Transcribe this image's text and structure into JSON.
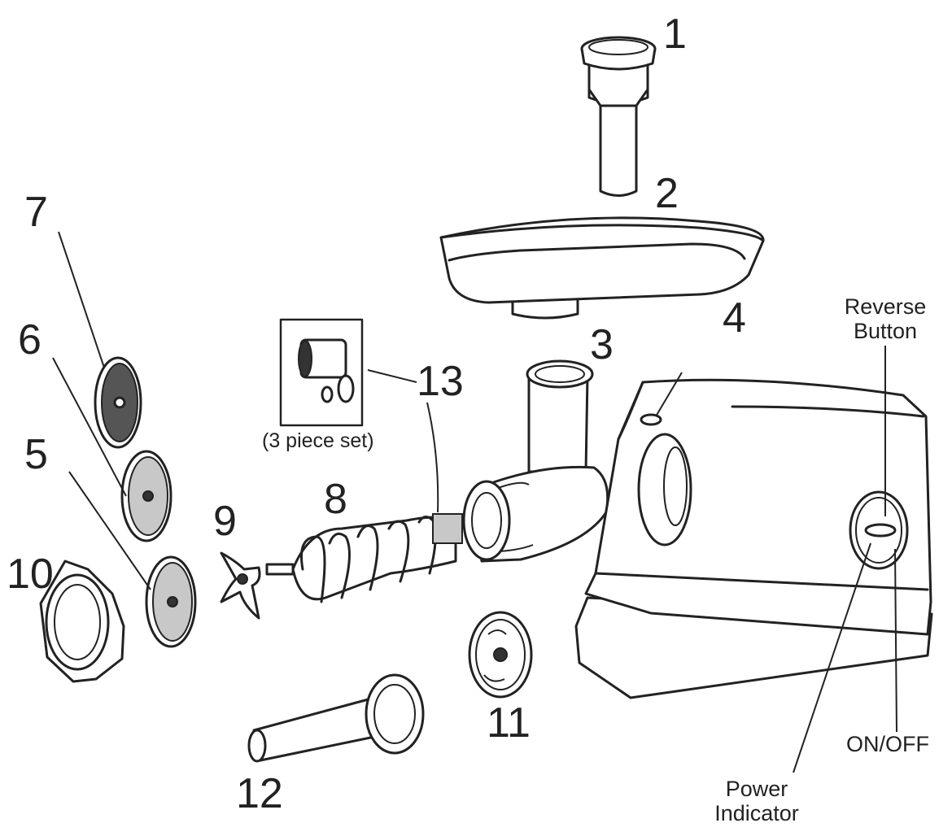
{
  "parts": {
    "p1": "1",
    "p2": "2",
    "p3": "3",
    "p4": "4",
    "p5": "5",
    "p6": "6",
    "p7": "7",
    "p8": "8",
    "p9": "9",
    "p10": "10",
    "p11": "11",
    "p12": "12",
    "p13": "13"
  },
  "inset_caption": "(3 piece set)",
  "callouts": {
    "reverse_line1": "Reverse",
    "reverse_line2": "Button",
    "onoff": "ON/OFF",
    "power_line1": "Power",
    "power_line2": "Indicator"
  }
}
